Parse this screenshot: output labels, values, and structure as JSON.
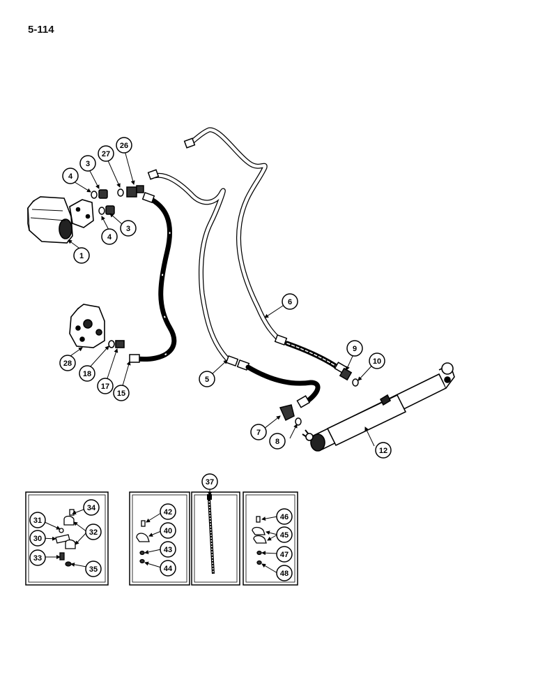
{
  "page": {
    "number": "5-114"
  },
  "callouts": {
    "c1": "1",
    "c3a": "3",
    "c3b": "3",
    "c4a": "4",
    "c4b": "4",
    "c5": "5",
    "c6": "6",
    "c7": "7",
    "c8": "8",
    "c9": "9",
    "c10": "10",
    "c12": "12",
    "c15": "15",
    "c17": "17",
    "c18": "18",
    "c26": "26",
    "c27": "27",
    "c28": "28",
    "c30": "30",
    "c31": "31",
    "c32": "32",
    "c33": "33",
    "c34": "34",
    "c35": "35",
    "c37": "37",
    "c40": "40",
    "c42": "42",
    "c43": "43",
    "c44": "44",
    "c45": "45",
    "c46": "46",
    "c47": "47",
    "c48": "48"
  }
}
